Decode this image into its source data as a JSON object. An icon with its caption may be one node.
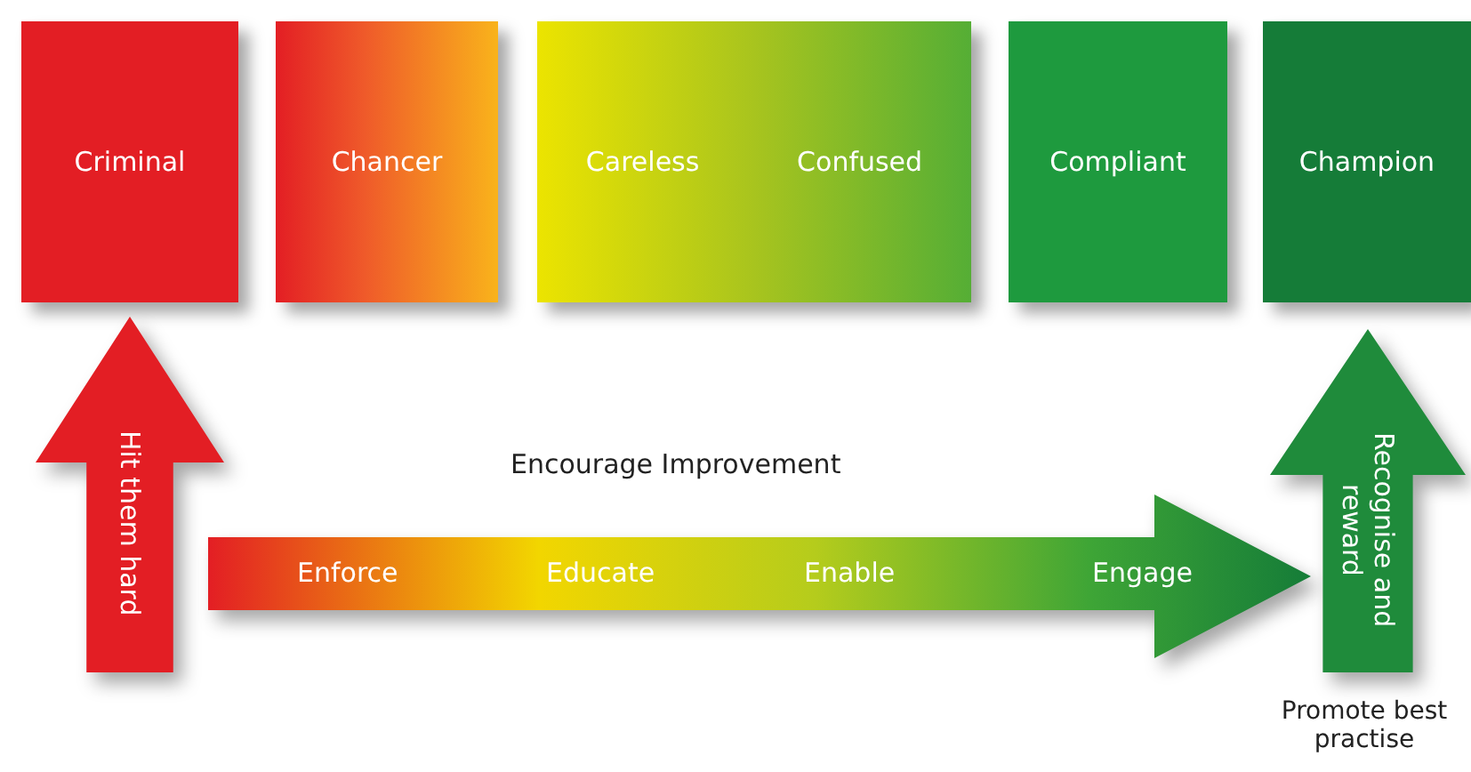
{
  "diagram": {
    "nodes": [
      {
        "text": [
          "Criminal"
        ]
      },
      {
        "text": [
          "Chancer"
        ]
      },
      {
        "text": [
          "Careless",
          "Confused"
        ]
      },
      {
        "text": [
          "Compliant"
        ]
      },
      {
        "text": [
          "Champion"
        ]
      },
      {
        "text": [
          "Hit them hard"
        ]
      },
      {
        "text": [
          "Encourage Improvement",
          "Enforce",
          "Educate",
          "Enable",
          "Engage"
        ]
      },
      {
        "text": [
          "Recognise and reward"
        ],
        "beside": [
          "Promote best practise"
        ]
      }
    ]
  }
}
